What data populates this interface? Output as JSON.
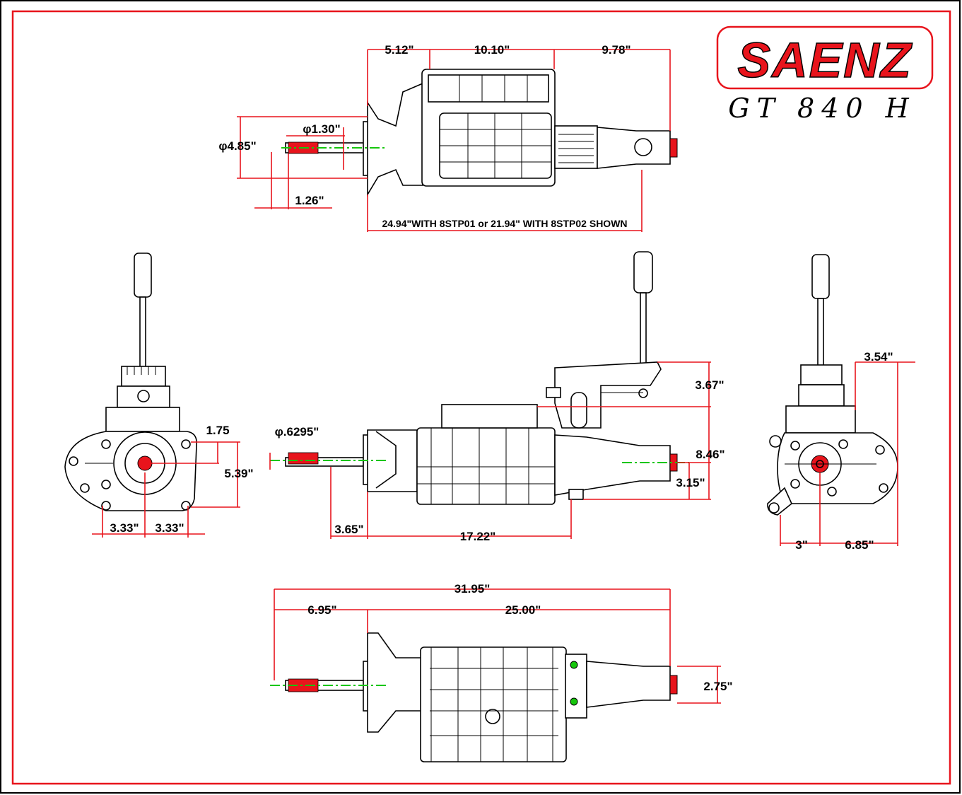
{
  "brand": {
    "logo_text": "SAENZ",
    "model": "GT 840 H",
    "logo_color": "#e8141c"
  },
  "colors": {
    "dimension_line": "#e8141c",
    "centerline": "#16c60c",
    "outline": "#000000"
  },
  "top_view": {
    "dims": {
      "d1": "5.12\"",
      "d2": "10.10\"",
      "d3": "9.78\"",
      "input_dia": "φ1.30\"",
      "flange_dia": "φ4.85\"",
      "spline_len": "1.26\"",
      "overall_note": "24.94\"WITH 8STP01 or 21.94\" WITH  8STP02 SHOWN"
    }
  },
  "front_view": {
    "dims": {
      "bolt_offset": "1.75",
      "bolt_height": "5.39\"",
      "half_width_left": "3.33\"",
      "half_width_right": "3.33\""
    }
  },
  "side_view": {
    "dims": {
      "spline_dia": "φ.6295\"",
      "shifter_height": "3.67\"",
      "total_height": "8.46\"",
      "output_height": "3.15\"",
      "bellhousing": "3.65\"",
      "mount_length": "17.22\""
    }
  },
  "rear_view": {
    "dims": {
      "shifter_offset": "3.54\"",
      "left_width": "3\"",
      "right_width": "6.85\""
    }
  },
  "bottom_view": {
    "dims": {
      "overall_length": "31.95\"",
      "input_length": "6.95\"",
      "case_length": "25.00\"",
      "output_spacing": "2.75\""
    }
  }
}
